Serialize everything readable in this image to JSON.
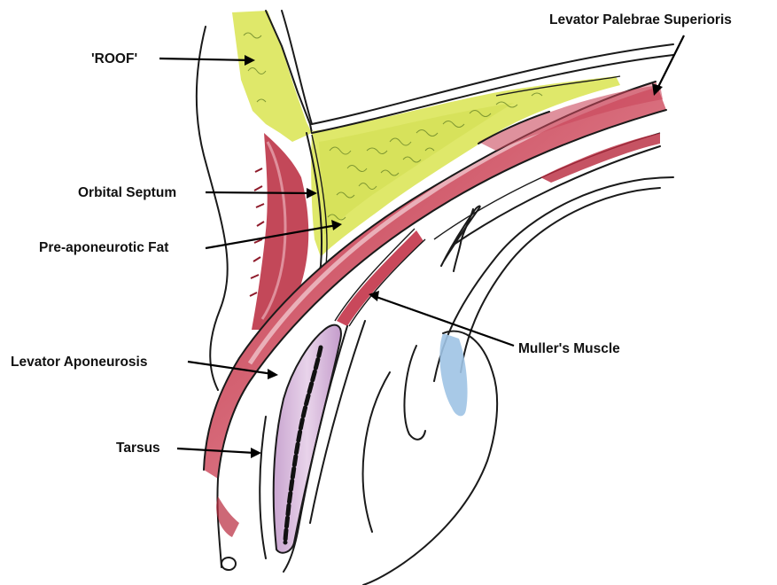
{
  "labels": {
    "roof": "'ROOF'",
    "levator_palebrae_superioris": "Levator Palebrae Superioris",
    "orbital_septum": "Orbital Septum",
    "pre_aponeurotic_fat": "Pre-aponeurotic Fat",
    "mullers_muscle": "Muller's Muscle",
    "levator_aponeurosis": "Levator Aponeurosis",
    "tarsus": "Tarsus"
  },
  "colors": {
    "fat": "#dfe86a",
    "fat_dark": "#c9d64a",
    "muscle": "#b8283c",
    "muscle_light": "#e6a3ac",
    "muscle_pale": "#f3d3d8",
    "tarsus": "#d9b8dd",
    "tarsal_gland": "#111111",
    "conjunctiva_blue": "#9fc3e4",
    "outline": "#1a1a1a"
  }
}
